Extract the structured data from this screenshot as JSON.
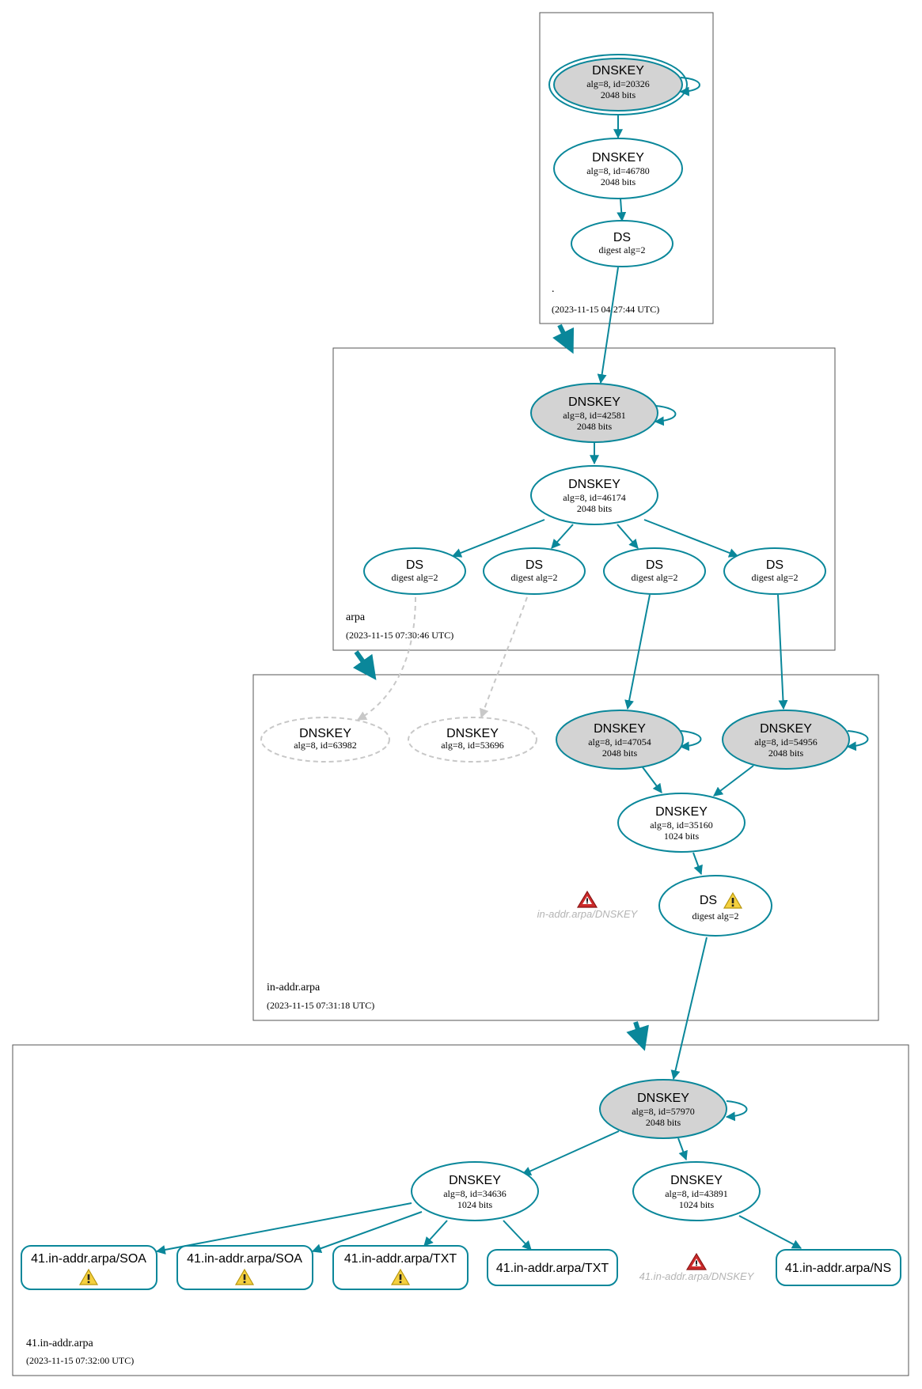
{
  "zones": {
    "root": {
      "name": ".",
      "timestamp": "(2023-11-15 04:27:44 UTC)"
    },
    "arpa": {
      "name": "arpa",
      "timestamp": "(2023-11-15 07:30:46 UTC)"
    },
    "in_addr": {
      "name": "in-addr.arpa",
      "timestamp": "(2023-11-15 07:31:18 UTC)"
    },
    "zone41": {
      "name": "41.in-addr.arpa",
      "timestamp": "(2023-11-15 07:32:00 UTC)"
    }
  },
  "nodes": {
    "root_ksk": {
      "title": "DNSKEY",
      "line1": "alg=8, id=20326",
      "line2": "2048 bits"
    },
    "root_zsk": {
      "title": "DNSKEY",
      "line1": "alg=8, id=46780",
      "line2": "2048 bits"
    },
    "root_ds": {
      "title": "DS",
      "line1": "digest alg=2"
    },
    "arpa_ksk": {
      "title": "DNSKEY",
      "line1": "alg=8, id=42581",
      "line2": "2048 bits"
    },
    "arpa_zsk": {
      "title": "DNSKEY",
      "line1": "alg=8, id=46174",
      "line2": "2048 bits"
    },
    "arpa_ds1": {
      "title": "DS",
      "line1": "digest alg=2"
    },
    "arpa_ds2": {
      "title": "DS",
      "line1": "digest alg=2"
    },
    "arpa_ds3": {
      "title": "DS",
      "line1": "digest alg=2"
    },
    "arpa_ds4": {
      "title": "DS",
      "line1": "digest alg=2"
    },
    "ia_missing1": {
      "title": "DNSKEY",
      "line1": "alg=8, id=63982"
    },
    "ia_missing2": {
      "title": "DNSKEY",
      "line1": "alg=8, id=53696"
    },
    "ia_ksk1": {
      "title": "DNSKEY",
      "line1": "alg=8, id=47054",
      "line2": "2048 bits"
    },
    "ia_ksk2": {
      "title": "DNSKEY",
      "line1": "alg=8, id=54956",
      "line2": "2048 bits"
    },
    "ia_zsk": {
      "title": "DNSKEY",
      "line1": "alg=8, id=35160",
      "line2": "1024 bits"
    },
    "ia_ds": {
      "title": "DS",
      "line1": "digest alg=2"
    },
    "z41_ksk": {
      "title": "DNSKEY",
      "line1": "alg=8, id=57970",
      "line2": "2048 bits"
    },
    "z41_zsk1": {
      "title": "DNSKEY",
      "line1": "alg=8, id=34636",
      "line2": "1024 bits"
    },
    "z41_zsk2": {
      "title": "DNSKEY",
      "line1": "alg=8, id=43891",
      "line2": "1024 bits"
    }
  },
  "errors": {
    "ia_dnskey": "in-addr.arpa/DNSKEY",
    "z41_dnskey": "41.in-addr.arpa/DNSKEY"
  },
  "rrsets": {
    "soa1": "41.in-addr.arpa/SOA",
    "soa2": "41.in-addr.arpa/SOA",
    "txt1": "41.in-addr.arpa/TXT",
    "txt2": "41.in-addr.arpa/TXT",
    "ns": "41.in-addr.arpa/NS"
  },
  "colors": {
    "secure": "#0a879a",
    "ksk_fill": "#d3d3d3",
    "missing": "#c8c8c8",
    "warning": "#f4d03f",
    "error": "#cc2a2a"
  },
  "icons": [
    "warning-icon",
    "error-icon"
  ]
}
